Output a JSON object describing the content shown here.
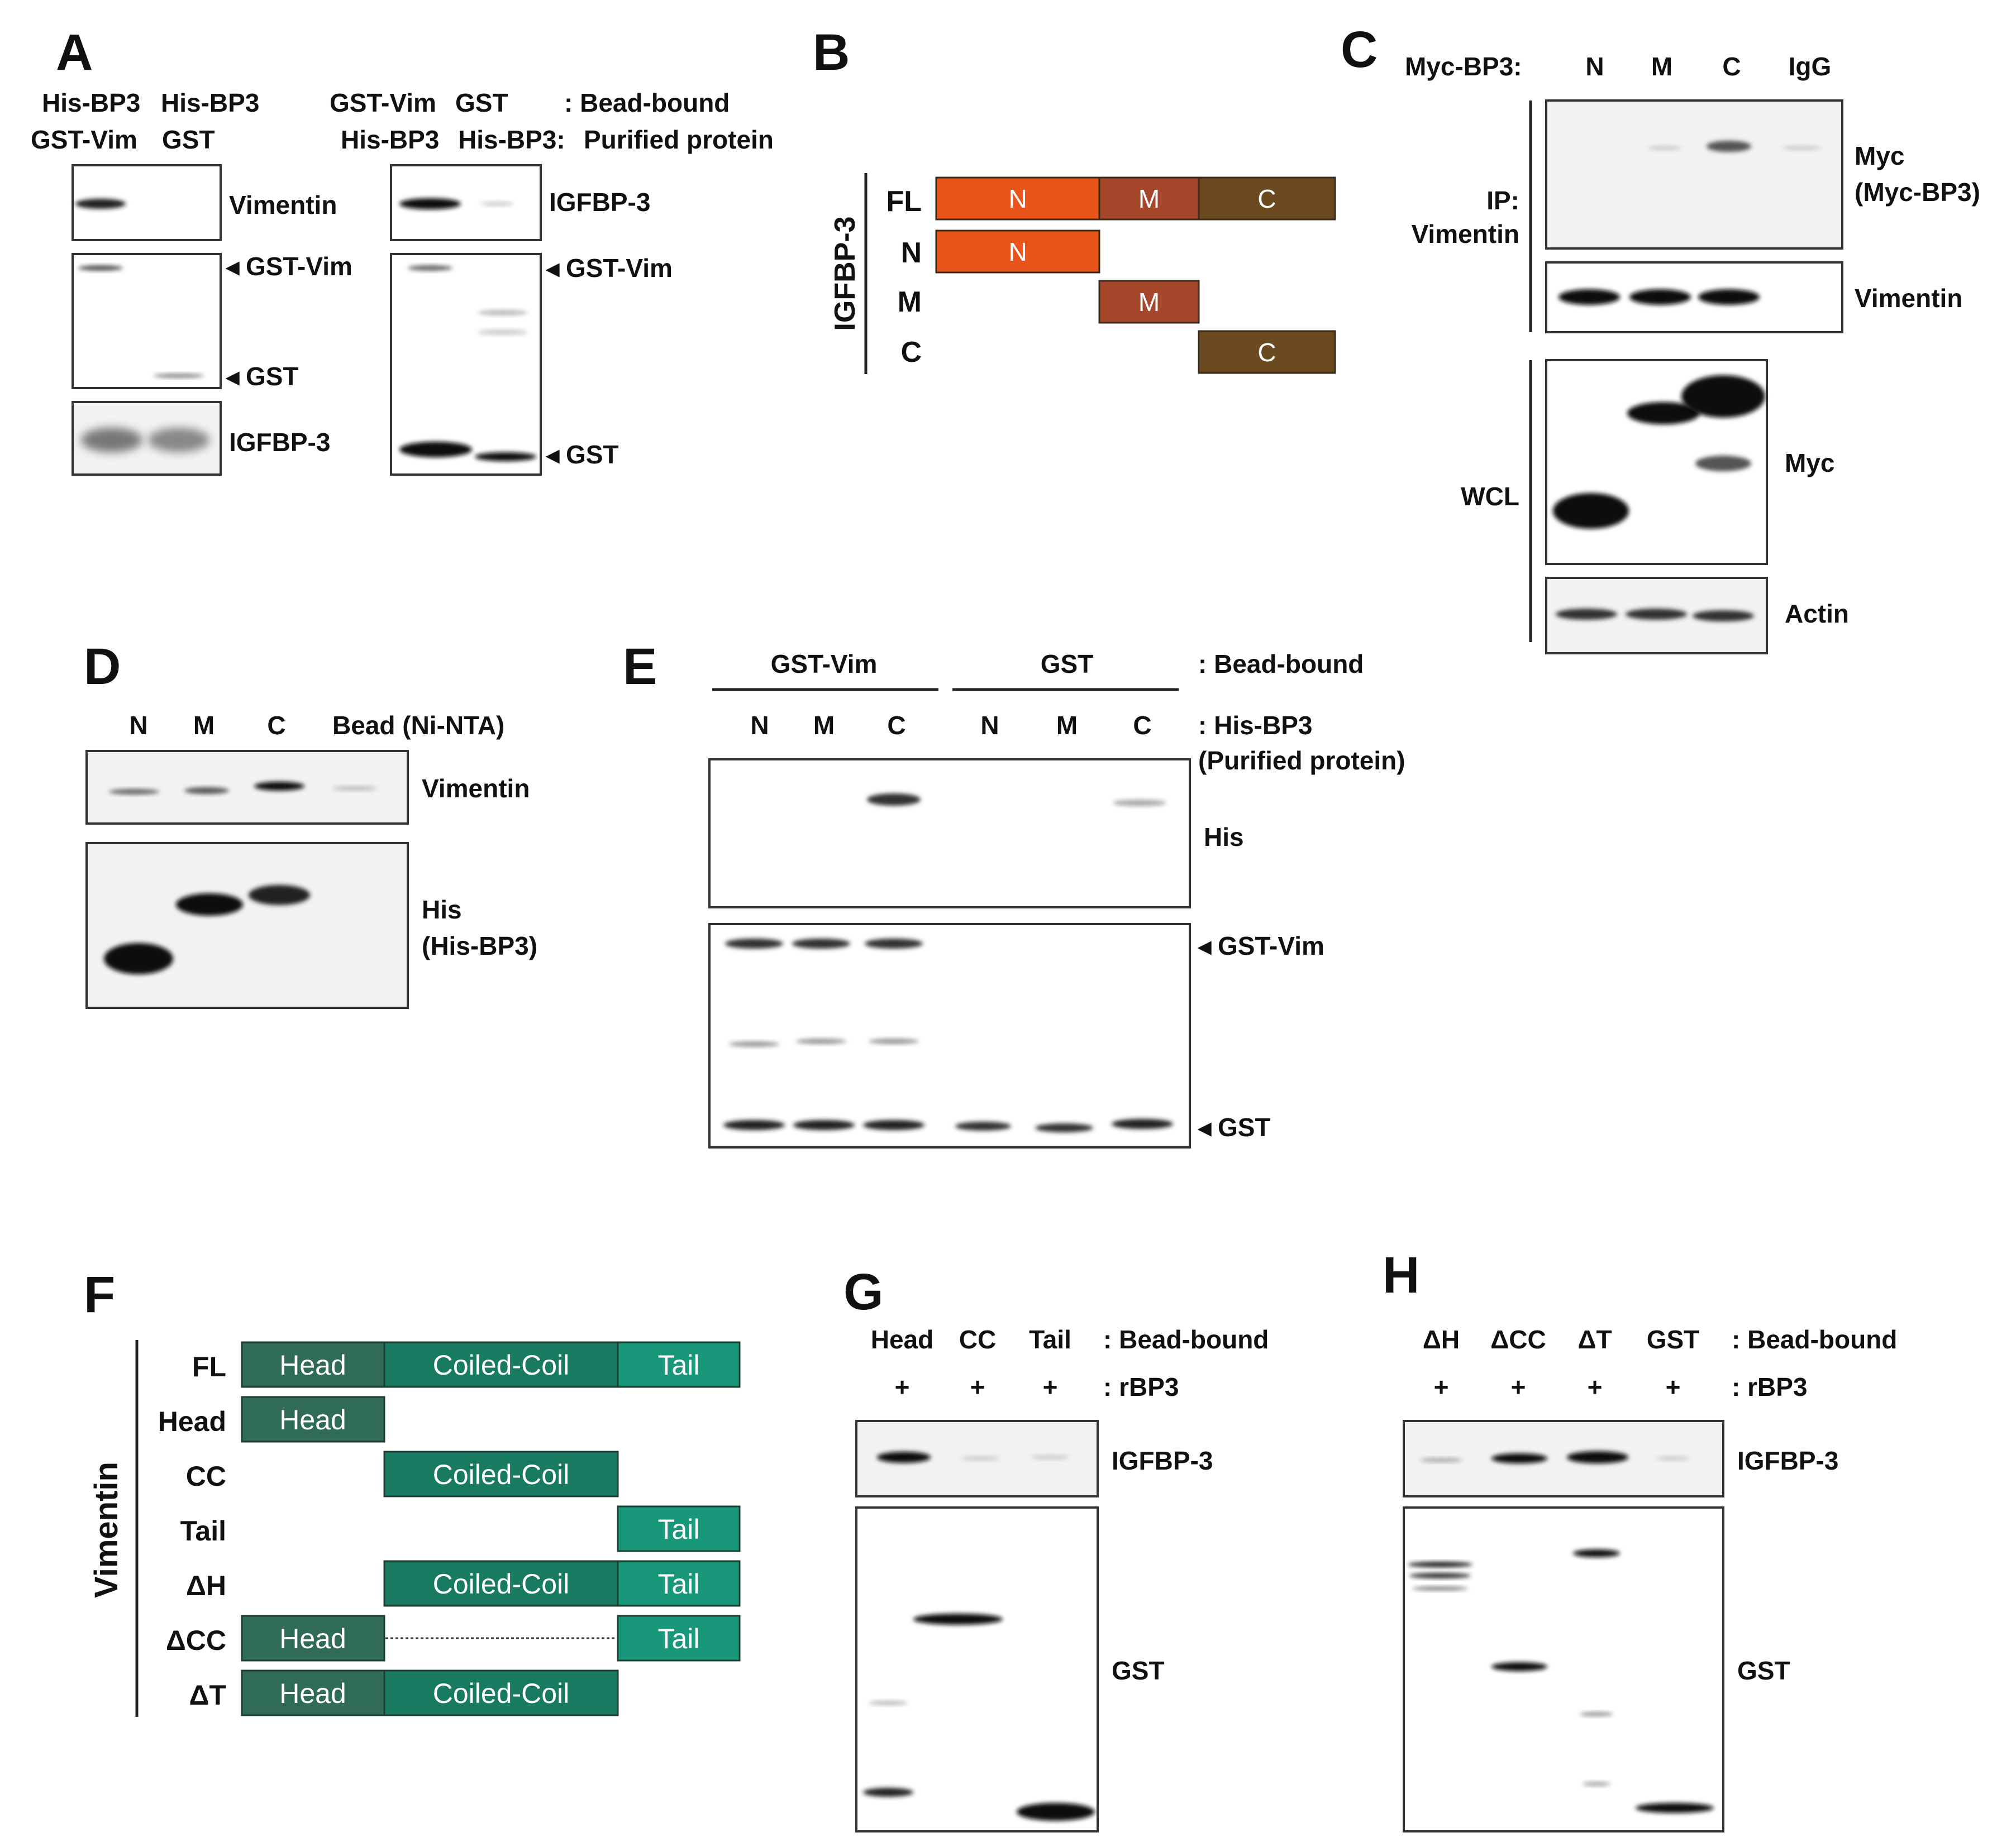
{
  "panelA": {
    "letter": "A",
    "left_header": {
      "top": [
        "His-BP3",
        "His-BP3"
      ],
      "bottom": [
        "GST-Vim",
        "GST"
      ]
    },
    "right_header": {
      "top": [
        "GST-Vim",
        "GST"
      ],
      "top_suffix": ": Bead-bound",
      "bottom": [
        "His-BP3",
        "His-BP3:"
      ],
      "bottom_suffix": "Purified protein"
    },
    "left_labels": {
      "vimentin": "Vimentin",
      "gst_vim": "GST-Vim",
      "gst": "GST",
      "igfbp3": "IGFBP-3"
    },
    "right_labels": {
      "igfbp3": "IGFBP-3",
      "gst_vim": "GST-Vim",
      "gst": "GST"
    }
  },
  "panelB": {
    "letter": "B",
    "axis_label": "IGFBP-3",
    "rows": [
      "FL",
      "N",
      "M",
      "C"
    ],
    "segments": {
      "n": "N",
      "m": "M",
      "c": "C"
    },
    "colors": {
      "n": "#e8541a",
      "m": "#a4472b",
      "c": "#6a4a1e"
    }
  },
  "panelC": {
    "letter": "C",
    "header_label": "Myc-BP3:",
    "lanes": [
      "N",
      "M",
      "C",
      "IgG"
    ],
    "ip_label": [
      "IP:",
      "Vimentin"
    ],
    "wcl_label": "WCL",
    "blot_labels": {
      "myc": "Myc",
      "myc_sub": "(Myc-BP3)",
      "vimentin": "Vimentin",
      "myc2": "Myc",
      "actin": "Actin"
    }
  },
  "panelD": {
    "letter": "D",
    "lanes": [
      "N",
      "M",
      "C",
      "Bead (Ni-NTA)"
    ],
    "blot_labels": {
      "vimentin": "Vimentin",
      "his": "His",
      "his_sub": "(His-BP3)"
    }
  },
  "panelE": {
    "letter": "E",
    "groups": [
      "GST-Vim",
      "GST"
    ],
    "group_suffix": ": Bead-bound",
    "lanes": [
      "N",
      "M",
      "C",
      "N",
      "M",
      "C"
    ],
    "lane_suffix": ": His-BP3",
    "lane_suffix2": "(Purified protein)",
    "blot_labels": {
      "his": "His",
      "gst_vim": "GST-Vim",
      "gst": "GST"
    }
  },
  "panelF": {
    "letter": "F",
    "axis_label": "Vimentin",
    "rows": [
      "FL",
      "Head",
      "CC",
      "Tail",
      "ΔH",
      "ΔCC",
      "ΔT"
    ],
    "segments": {
      "head": "Head",
      "cc": "Coiled-Coil",
      "tail": "Tail"
    },
    "colors": {
      "head": "#2f6b55",
      "cc": "#197a62",
      "tail": "#18977a"
    }
  },
  "panelG": {
    "letter": "G",
    "lanes": [
      "Head",
      "CC",
      "Tail"
    ],
    "lane_suffix": ": Bead-bound",
    "plus": [
      "+",
      "+",
      "+"
    ],
    "plus_suffix": ": rBP3",
    "blot_labels": {
      "igfbp3": "IGFBP-3",
      "gst": "GST"
    }
  },
  "panelH": {
    "letter": "H",
    "lanes": [
      "ΔH",
      "ΔCC",
      "ΔT",
      "GST"
    ],
    "lane_suffix": ": Bead-bound",
    "plus": [
      "+",
      "+",
      "+",
      "+"
    ],
    "plus_suffix": ": rBP3",
    "blot_labels": {
      "igfbp3": "IGFBP-3",
      "gst": "GST"
    }
  }
}
